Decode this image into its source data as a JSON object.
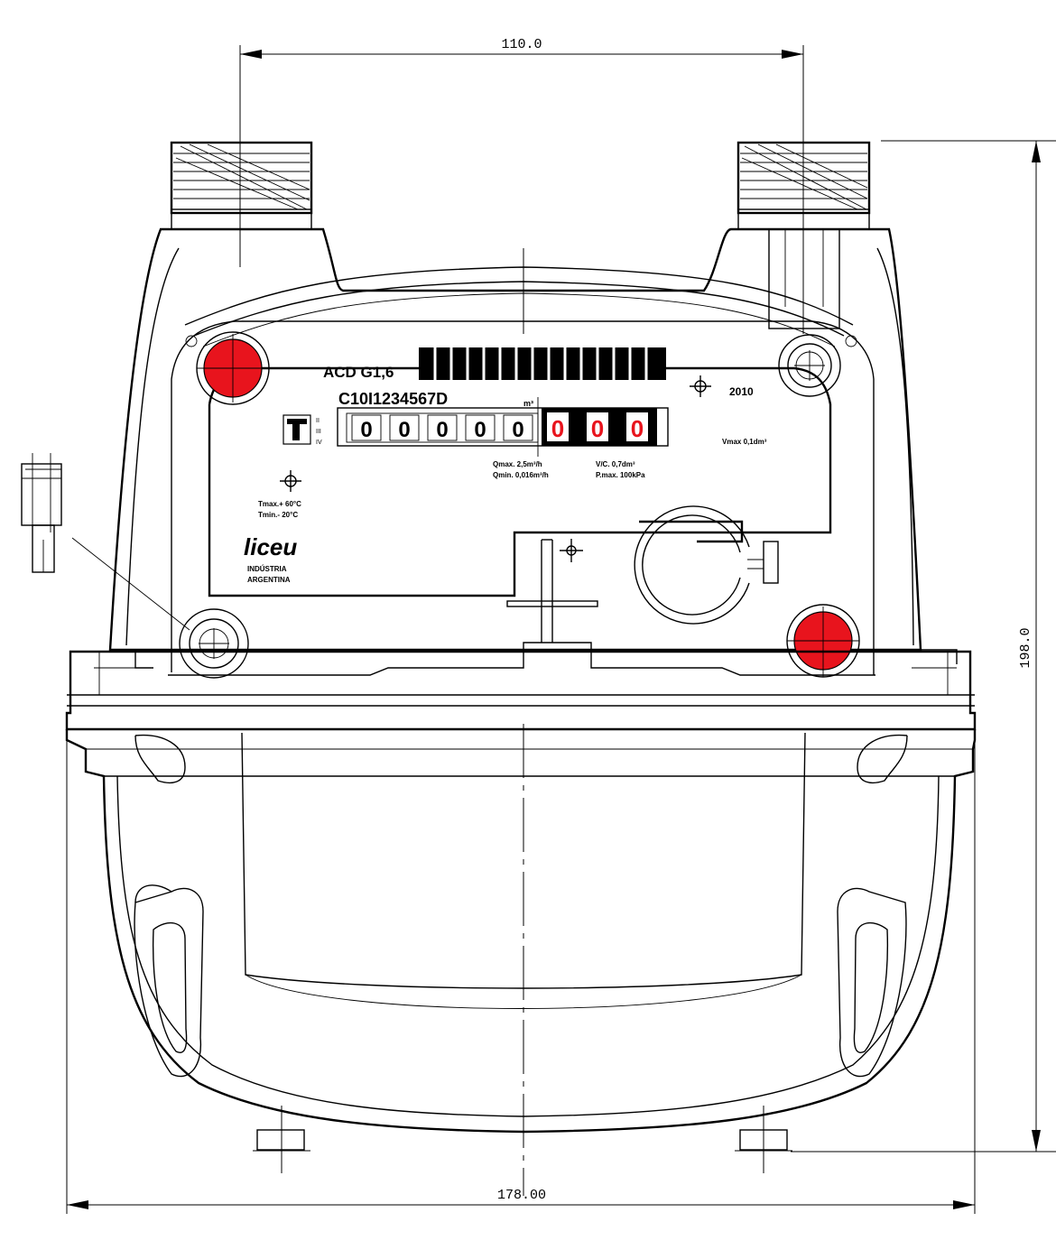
{
  "dimensions": {
    "top_width": "110.0",
    "bottom_width": "178.00",
    "height": "198.0"
  },
  "nameplate": {
    "model": "ACD G1,6",
    "serial": "C10I1234567D",
    "year": "2010",
    "unit": "m³",
    "register_black_digits": [
      "0",
      "0",
      "0",
      "0",
      "0"
    ],
    "register_red_digits": [
      "0",
      "0",
      "0"
    ],
    "class_marks": [
      "II",
      "III",
      "IV"
    ],
    "flow_labels": [
      "Qmax. 2,5m³/h",
      "Qmin. 0,016m³/h",
      "V/C. 0,7dm³",
      "P.max. 100kPa"
    ],
    "volume_note": "Vmax 0,1dm³",
    "temperature_labels": [
      "Tmax.+ 60°C",
      "Tmin.- 20°C"
    ],
    "brand": "liceu",
    "brand_sub": [
      "INDÚSTRIA",
      "ARGENTINA"
    ]
  },
  "colors": {
    "seal_red": "#e8141d",
    "line": "#000000"
  }
}
